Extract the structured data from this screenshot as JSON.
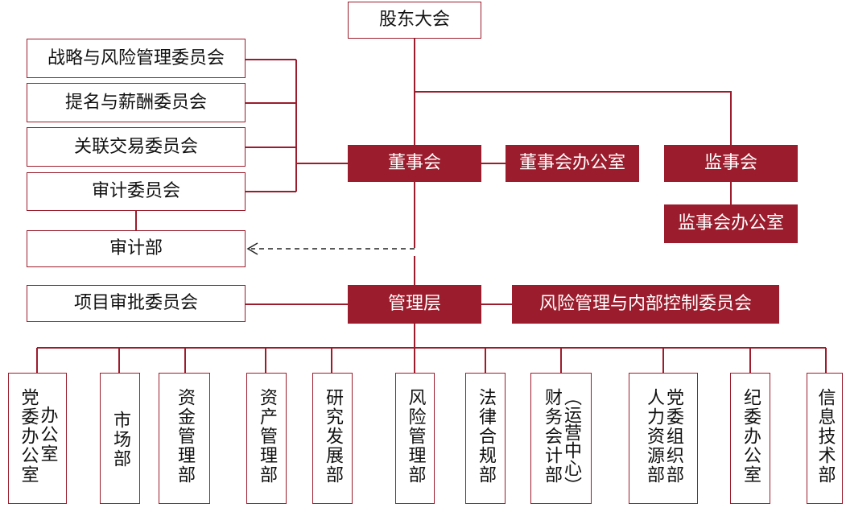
{
  "colors": {
    "accent": "#9b1c2c",
    "text": "#111111",
    "background": "#ffffff"
  },
  "top": {
    "shareholders": "股东大会"
  },
  "board": {
    "name": "董事会",
    "office": "董事会办公室",
    "committees": [
      "战略与风险管理委员会",
      "提名与薪酬委员会",
      "关联交易委员会",
      "审计委员会"
    ],
    "audit_dept": "审计部"
  },
  "supervisory": {
    "name": "监事会",
    "office": "监事会办公室"
  },
  "management": {
    "name": "管理层",
    "approval_committee": "项目审批委员会",
    "risk_committee": "风险管理与内部控制委员会"
  },
  "departments": [
    {
      "lines": [
        "党委",
        "办公室"
      ],
      "column_lines": [
        "办公室",
        "党委办公室"
      ]
    },
    {
      "lines": [
        "市场部"
      ]
    },
    {
      "lines": [
        "资金管理部"
      ]
    },
    {
      "lines": [
        "资产管理部"
      ]
    },
    {
      "lines": [
        "研究发展部"
      ]
    },
    {
      "lines": [
        "风险管理部"
      ]
    },
    {
      "lines": [
        "法律合规部"
      ]
    },
    {
      "lines": [
        "（运营中心）",
        "财务会计部"
      ]
    },
    {
      "lines": [
        "党委组织部",
        "人力资源部"
      ]
    },
    {
      "lines": [
        "纪委办公室"
      ]
    },
    {
      "lines": [
        "信息技术部"
      ]
    }
  ]
}
